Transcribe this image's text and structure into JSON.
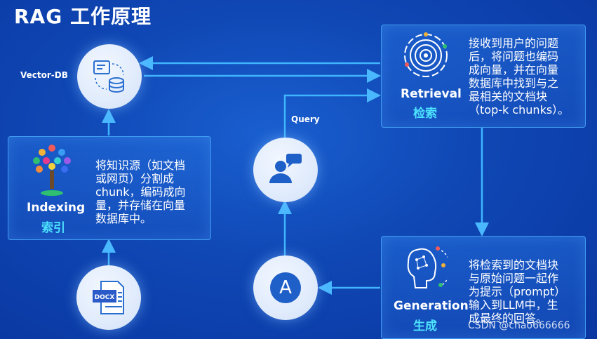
{
  "title": "RAG 工作原理",
  "vector_db": {
    "label": "Vector-DB"
  },
  "query": {
    "label": "Query"
  },
  "indexing": {
    "label_en": "Indexing",
    "label_cn": "索引",
    "description": "将知识源（如文档\n或网页）分割成\nchunk，编码成向\n量，并存储在向量\n数据库中。"
  },
  "retrieval": {
    "label_en": "Retrieval",
    "label_cn": "检索",
    "description": "接收到用户的问题\n后，将问题也编码\n成向量，并在向量\n数据库中找到与之\n最相关的文档块\n（top-k chunks）。"
  },
  "generation": {
    "label_en": "Generation",
    "label_cn": "生成",
    "description": "将检索到的文档块\n与原始问题一起作\n为提示（prompt）\n输入到LLM中，生\n成最终的回答。"
  },
  "docx": {
    "label": "DOCX"
  },
  "answer": {
    "label": "A"
  },
  "watermark": "CSDN @chao666666",
  "colors": {
    "accent": "#4de3ff",
    "border": "#3f9bf0",
    "arrow": "#3fb5ff"
  }
}
